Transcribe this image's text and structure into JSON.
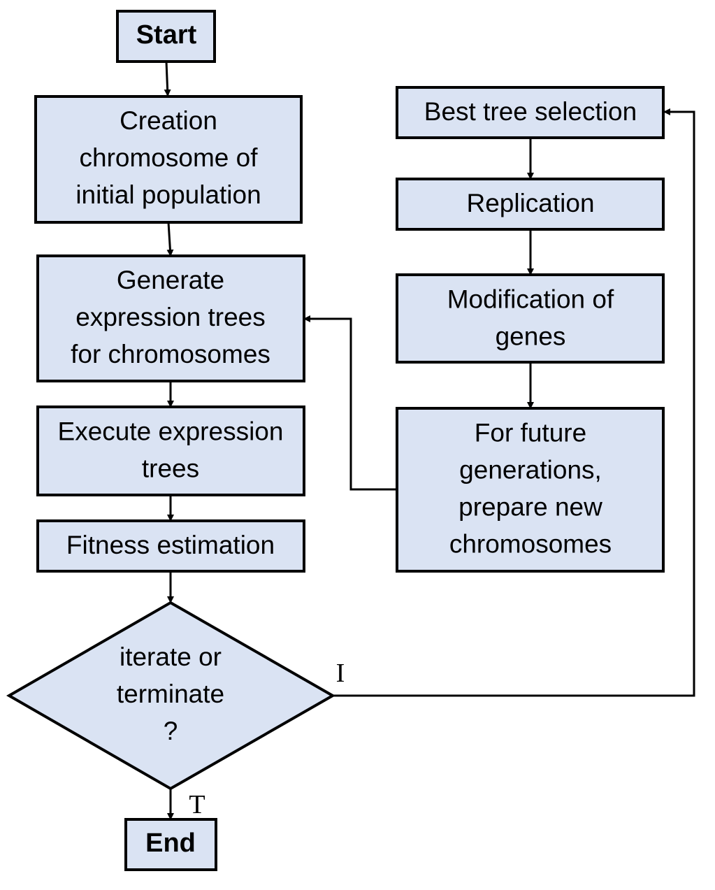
{
  "colors": {
    "node_fill": "#dae3f3",
    "stroke": "#000000",
    "background": "#ffffff"
  },
  "nodes": {
    "start": {
      "lines": [
        "Start"
      ]
    },
    "creation": {
      "lines": [
        "Creation",
        "chromosome of",
        "initial population"
      ]
    },
    "generate": {
      "lines": [
        "Generate",
        "expression trees",
        "for chromosomes"
      ]
    },
    "execute": {
      "lines": [
        "Execute expression",
        "trees"
      ]
    },
    "fitness": {
      "lines": [
        "Fitness estimation"
      ]
    },
    "decision": {
      "lines": [
        "iterate or",
        "terminate",
        "?"
      ]
    },
    "end": {
      "lines": [
        "End"
      ]
    },
    "best": {
      "lines": [
        "Best tree selection"
      ]
    },
    "replication": {
      "lines": [
        "Replication"
      ]
    },
    "modification": {
      "lines": [
        "Modification of",
        "genes"
      ]
    },
    "future": {
      "lines": [
        "For future",
        "generations,",
        "prepare new",
        "chromosomes"
      ]
    }
  },
  "edge_labels": {
    "iterate": "I",
    "terminate": "T"
  }
}
